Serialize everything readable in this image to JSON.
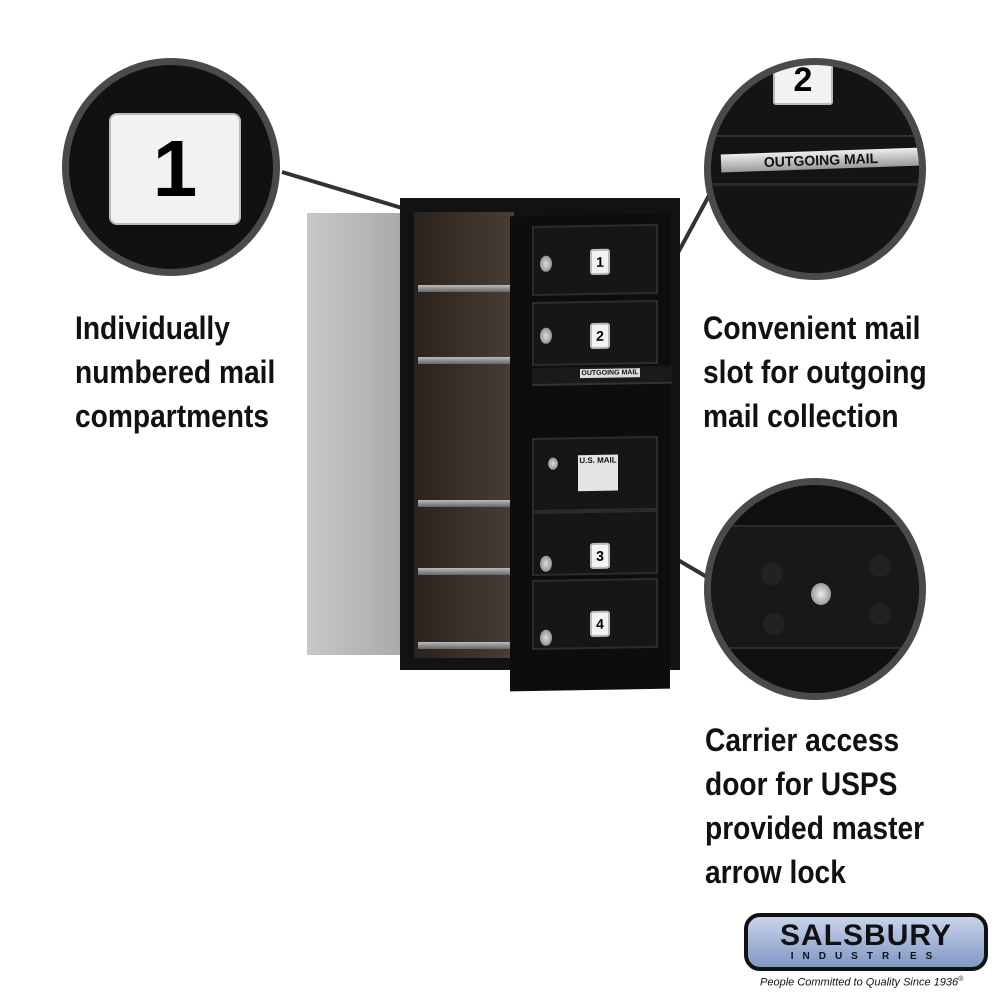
{
  "callouts": {
    "compartment_number": "1",
    "slot_number": "2",
    "slot_label": "OUTGOING MAIL"
  },
  "features": {
    "numbered": [
      "Individually",
      "numbered mail",
      "compartments"
    ],
    "outgoing": [
      "Convenient mail",
      "slot for outgoing",
      "mail collection"
    ],
    "carrier": [
      "Carrier access",
      "door for USPS",
      "provided master",
      "arrow lock"
    ]
  },
  "mailbox": {
    "doors": [
      "1",
      "2",
      "3",
      "4"
    ],
    "slot_label": "OUTGOING MAIL",
    "carrier_plate": "U.S. MAIL"
  },
  "brand": {
    "name": "SALSBURY",
    "sub": "INDUSTRIES",
    "tagline": "People Committed to Quality Since 1936",
    "reg": "®"
  }
}
